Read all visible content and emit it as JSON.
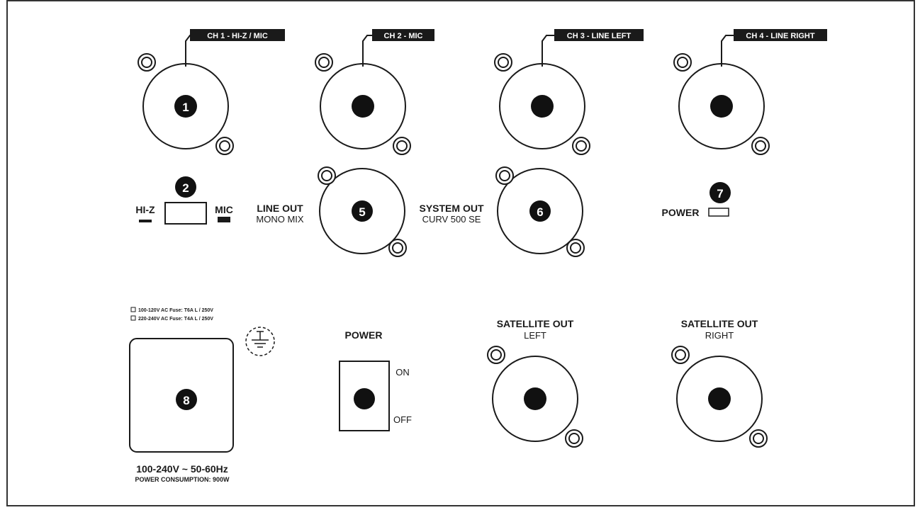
{
  "inputs": {
    "ch1": {
      "label": "CH 1 - HI-Z / MIC",
      "number": "1"
    },
    "ch2": {
      "label": "CH 2 - MIC"
    },
    "ch3": {
      "label": "CH 3 - LINE LEFT"
    },
    "ch4": {
      "label": "CH 4 - LINE RIGHT"
    }
  },
  "hiz_switch": {
    "number": "2",
    "left_label": "HI-Z",
    "right_label": "MIC"
  },
  "line_out": {
    "number": "5",
    "label": "LINE OUT",
    "sub_label": "MONO MIX"
  },
  "system_out": {
    "number": "6",
    "label": "SYSTEM OUT",
    "sub_label": "CURV 500 SE"
  },
  "power_led": {
    "number": "7",
    "label": "POWER"
  },
  "mains": {
    "number": "8",
    "fuse_1": "100-120V AC Fuse: T6A L / 250V",
    "fuse_2": "220-240V AC Fuse: T4A L / 250V",
    "voltage": "100-240V ~ 50-60Hz",
    "consumption": "POWER CONSUMPTION: 900W"
  },
  "power_switch": {
    "label": "POWER",
    "on_label": "ON",
    "off_label": "OFF"
  },
  "satellite_left": {
    "label": "SATELLITE OUT",
    "sub_label": "LEFT"
  },
  "satellite_right": {
    "label": "SATELLITE OUT",
    "sub_label": "RIGHT"
  }
}
